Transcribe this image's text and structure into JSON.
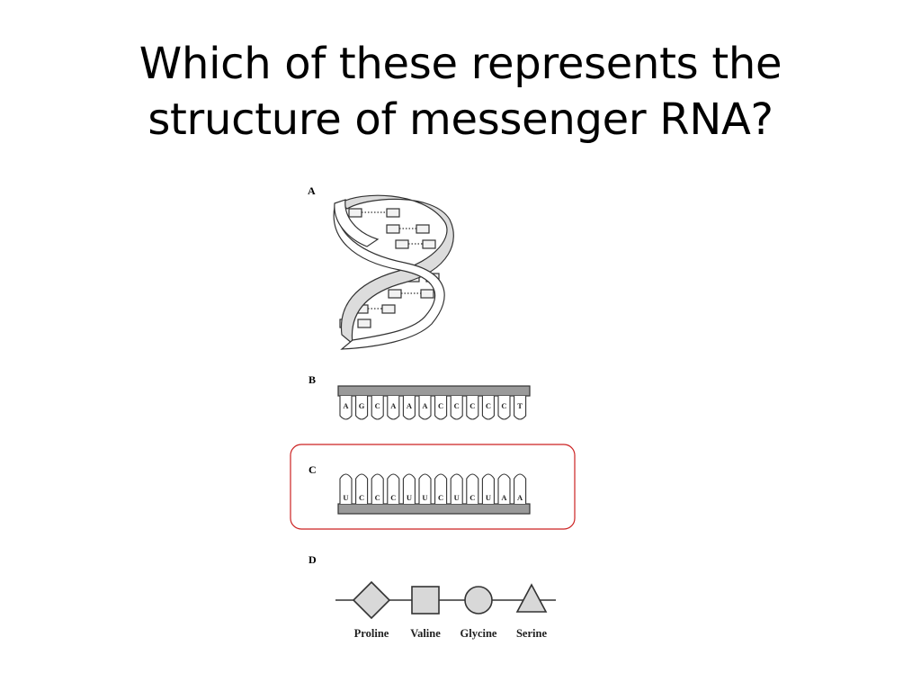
{
  "question": {
    "line1": "Which of these represents the",
    "line2": "structure of messenger RNA?"
  },
  "options": {
    "a": {
      "letter": "A"
    },
    "b": {
      "letter": "B",
      "bases": [
        "A",
        "G",
        "C",
        "A",
        "A",
        "A",
        "C",
        "C",
        "C",
        "C",
        "C",
        "T"
      ]
    },
    "c": {
      "letter": "C",
      "bases": [
        "U",
        "C",
        "C",
        "C",
        "U",
        "U",
        "C",
        "U",
        "C",
        "U",
        "A",
        "A"
      ],
      "highlighted": true
    },
    "d": {
      "letter": "D",
      "amino_acids": [
        "Proline",
        "Valine",
        "Glycine",
        "Serine"
      ]
    }
  },
  "colors": {
    "highlight_border": "#cc2222",
    "backbone": "#9a9a9a",
    "stroke": "#333333"
  }
}
